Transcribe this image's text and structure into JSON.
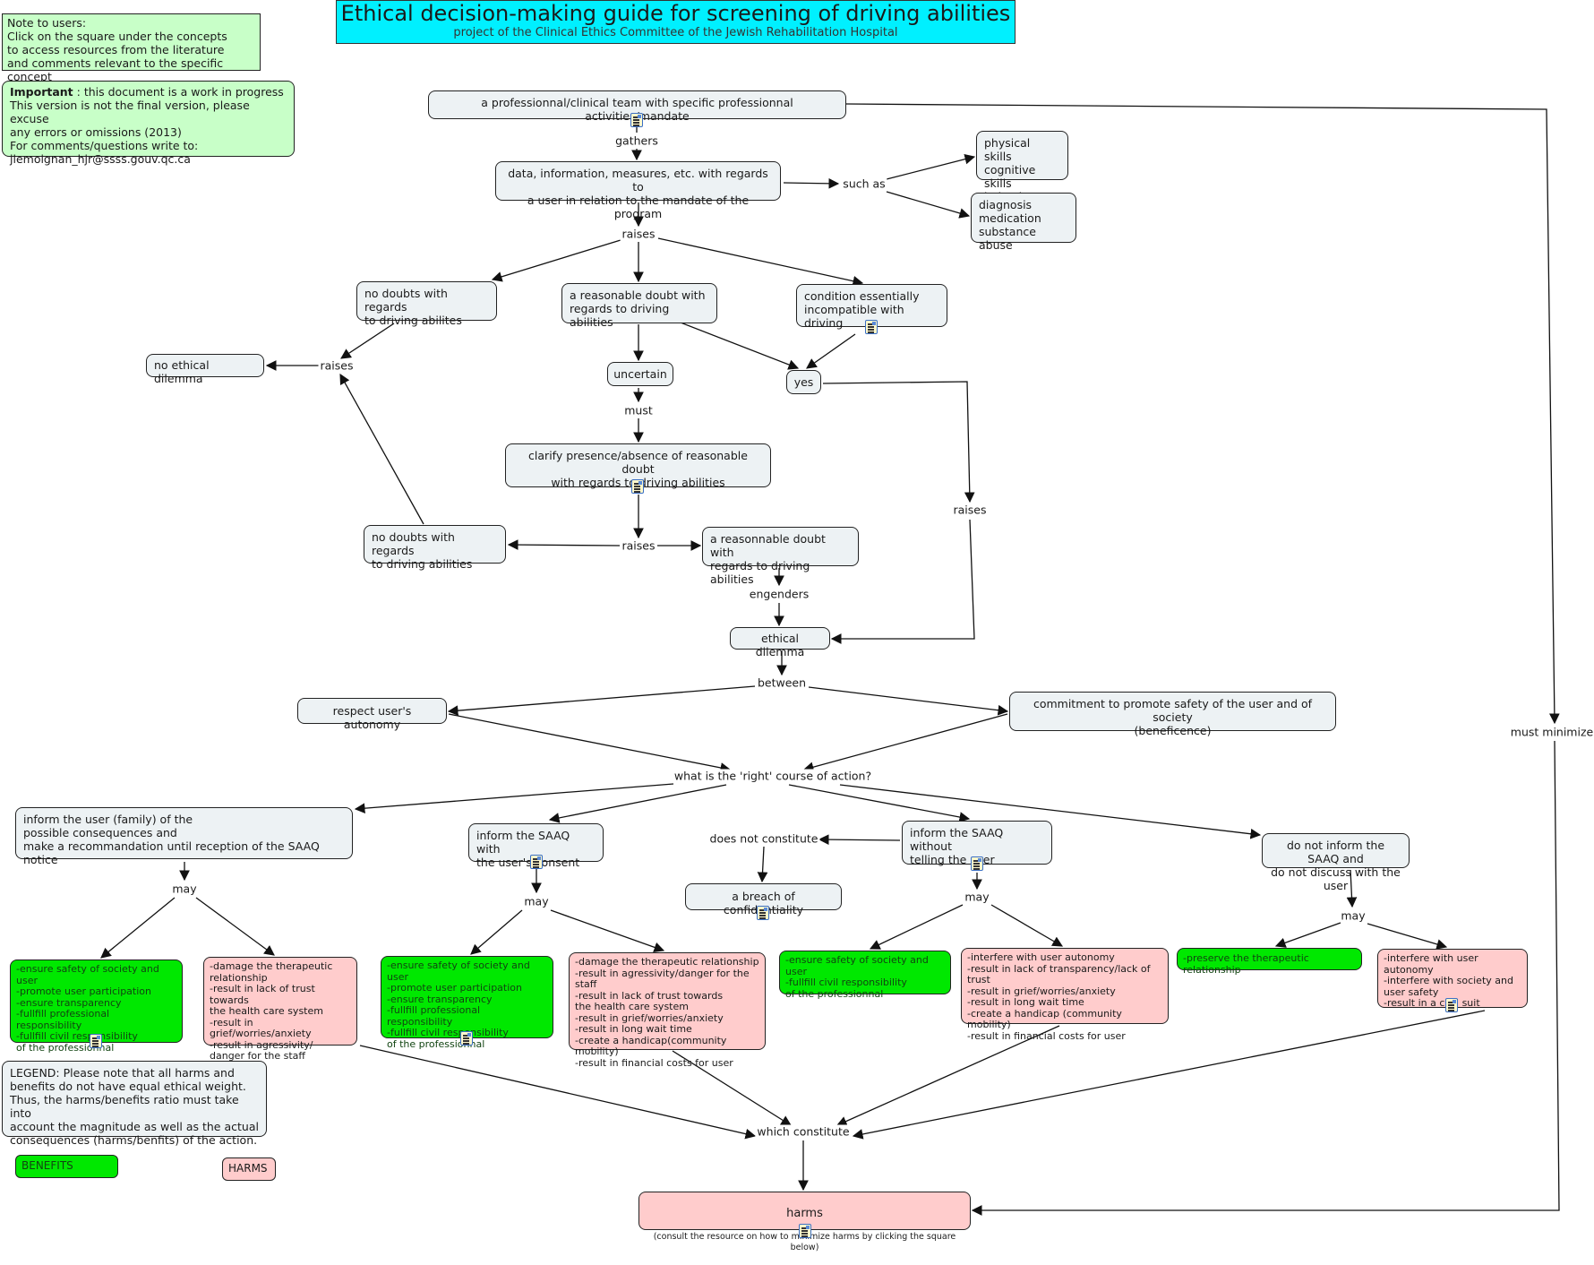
{
  "title": {
    "main": "Ethical decision-making guide for screening of driving abilities",
    "subtitle": "project of the Clinical Ethics Committee of the Jewish Rehabilitation Hospital"
  },
  "notes": {
    "note_to_users": "Note to users:\nClick on the square under the concepts\nto access resources from the literature\nand comments relevant to the specific concept",
    "important_bold": "Important",
    "important_rest": " : this document is a work in progress\nThis version is not the final version, please excuse\nany errors or omissions (2013)\nFor comments/questions write to:\njlemoignan_hjr@ssss.gouv.qc.ca"
  },
  "nodes": {
    "team": "a professionnal/clinical team with specific professionnal activities/mandate",
    "data": "data, information, measures, etc.  with regards to\na user in relation to the mandate of the program",
    "skills": "physical skills\ncognitive skills\nbehavior",
    "diagnosis": "diagnosis\nmedication\nsubstance abuse",
    "no_doubts_1": "no doubts with regards\nto driving abilites",
    "reasonable_doubt": "a reasonable doubt with\nregards to driving abilities",
    "condition": "condition essentially\nincompatible with driving",
    "no_ethical_dilemma": "no ethical dilemma",
    "uncertain": "uncertain",
    "yes": "yes",
    "clarify": "clarify presence/absence of reasonable doubt\nwith regards to driving abilities",
    "no_doubts_2": "no doubts with regards\nto driving abilities",
    "reasonnable_doubt_2": "a reasonnable doubt with\nregards to driving abilities",
    "ethical_dilemma": "ethical dilemma",
    "respect_autonomy": "respect user's autonomy",
    "commitment": "commitment to promote safety of the user and of society\n(beneficence)",
    "inform_family": "inform the user (family) of the\npossible consequences and\nmake a recommandation until reception of the SAAQ notice",
    "inform_consent": "inform the SAAQ with\nthe user's consent",
    "inform_without": "inform the SAAQ without\ntelling the user",
    "breach": "a breach of confidentiality",
    "do_not_inform": "do not inform the SAAQ and\n do not discuss with the user",
    "harms_title": "harms",
    "harms_sub": "(consult the resource on how to minimize harms by clicking the square below)"
  },
  "outcomes": {
    "benefits_family": "-ensure safety of society and user\n-promote user participation\n-ensure transparency\n-fullfill professional responsibility\n-fullfill civil responsibility\nof the professionnal",
    "harms_family": "-damage the therapeutic\nrelationship\n-result in lack of trust towards\nthe health care system\n-result in grief/worries/anxiety\n-result in agressivity/\ndanger for the staff",
    "benefits_consent": "-ensure safety of society and user\n-promote user participation\n-ensure transparency\n-fullfill professional responsibility\n-fullfill civil responsibility\nof the professionnal",
    "harms_consent": "-damage the therapeutic relationship\n-result in agressivity/danger for the staff\n-result in lack of trust towards\nthe health care system\n-result in grief/worries/anxiety\n-result in long wait time\n-create a handicap(community mobility)\n-result in financial costs for user",
    "benefits_without": "-ensure safety of society and user\n-fullfill civil responsibility\nof the professionnal",
    "harms_without": "-interfere with user autonomy\n-result in lack of transparency/lack of trust\n-result in grief/worries/anxiety\n-result in long wait time\n-create a handicap (community mobility)\n-result in financial costs for user",
    "benefits_donot": "-preserve the therapeutic relationship",
    "harms_donot": "-interfere with user autonomy\n-interfere with society and\nuser safety\n-result in a civil suit"
  },
  "links": {
    "gathers": "gathers",
    "such_as": "such as",
    "raises_1": "raises",
    "raises_2": "raises",
    "must": "must",
    "raises_3": "raises",
    "raises_4": "raises",
    "engenders": "engenders",
    "between": "between",
    "right_course": "what is the 'right' course of action?",
    "may_1": "may",
    "may_2": "may",
    "does_not_constitute": "does not constitute",
    "may_3": "may",
    "may_4": "may",
    "must_minimize": "must minimize",
    "which_constitute": "which constitute"
  },
  "legend": {
    "text": "LEGEND: Please note that all harms and\nbenefits do not have equal ethical weight.\nThus, the harms/benefits ratio must take into\naccount the magnitude as well as the actual\nconsequences (harms/benfits) of the action.",
    "benefits": "BENEFITS",
    "harms": "HARMS"
  },
  "colors": {
    "title_bg": "#00f0ff",
    "note_bg": "#c8ffc8",
    "concept_bg": "#edf2f4",
    "benefit_bg": "#00e800",
    "harm_bg": "#ffcccc"
  }
}
